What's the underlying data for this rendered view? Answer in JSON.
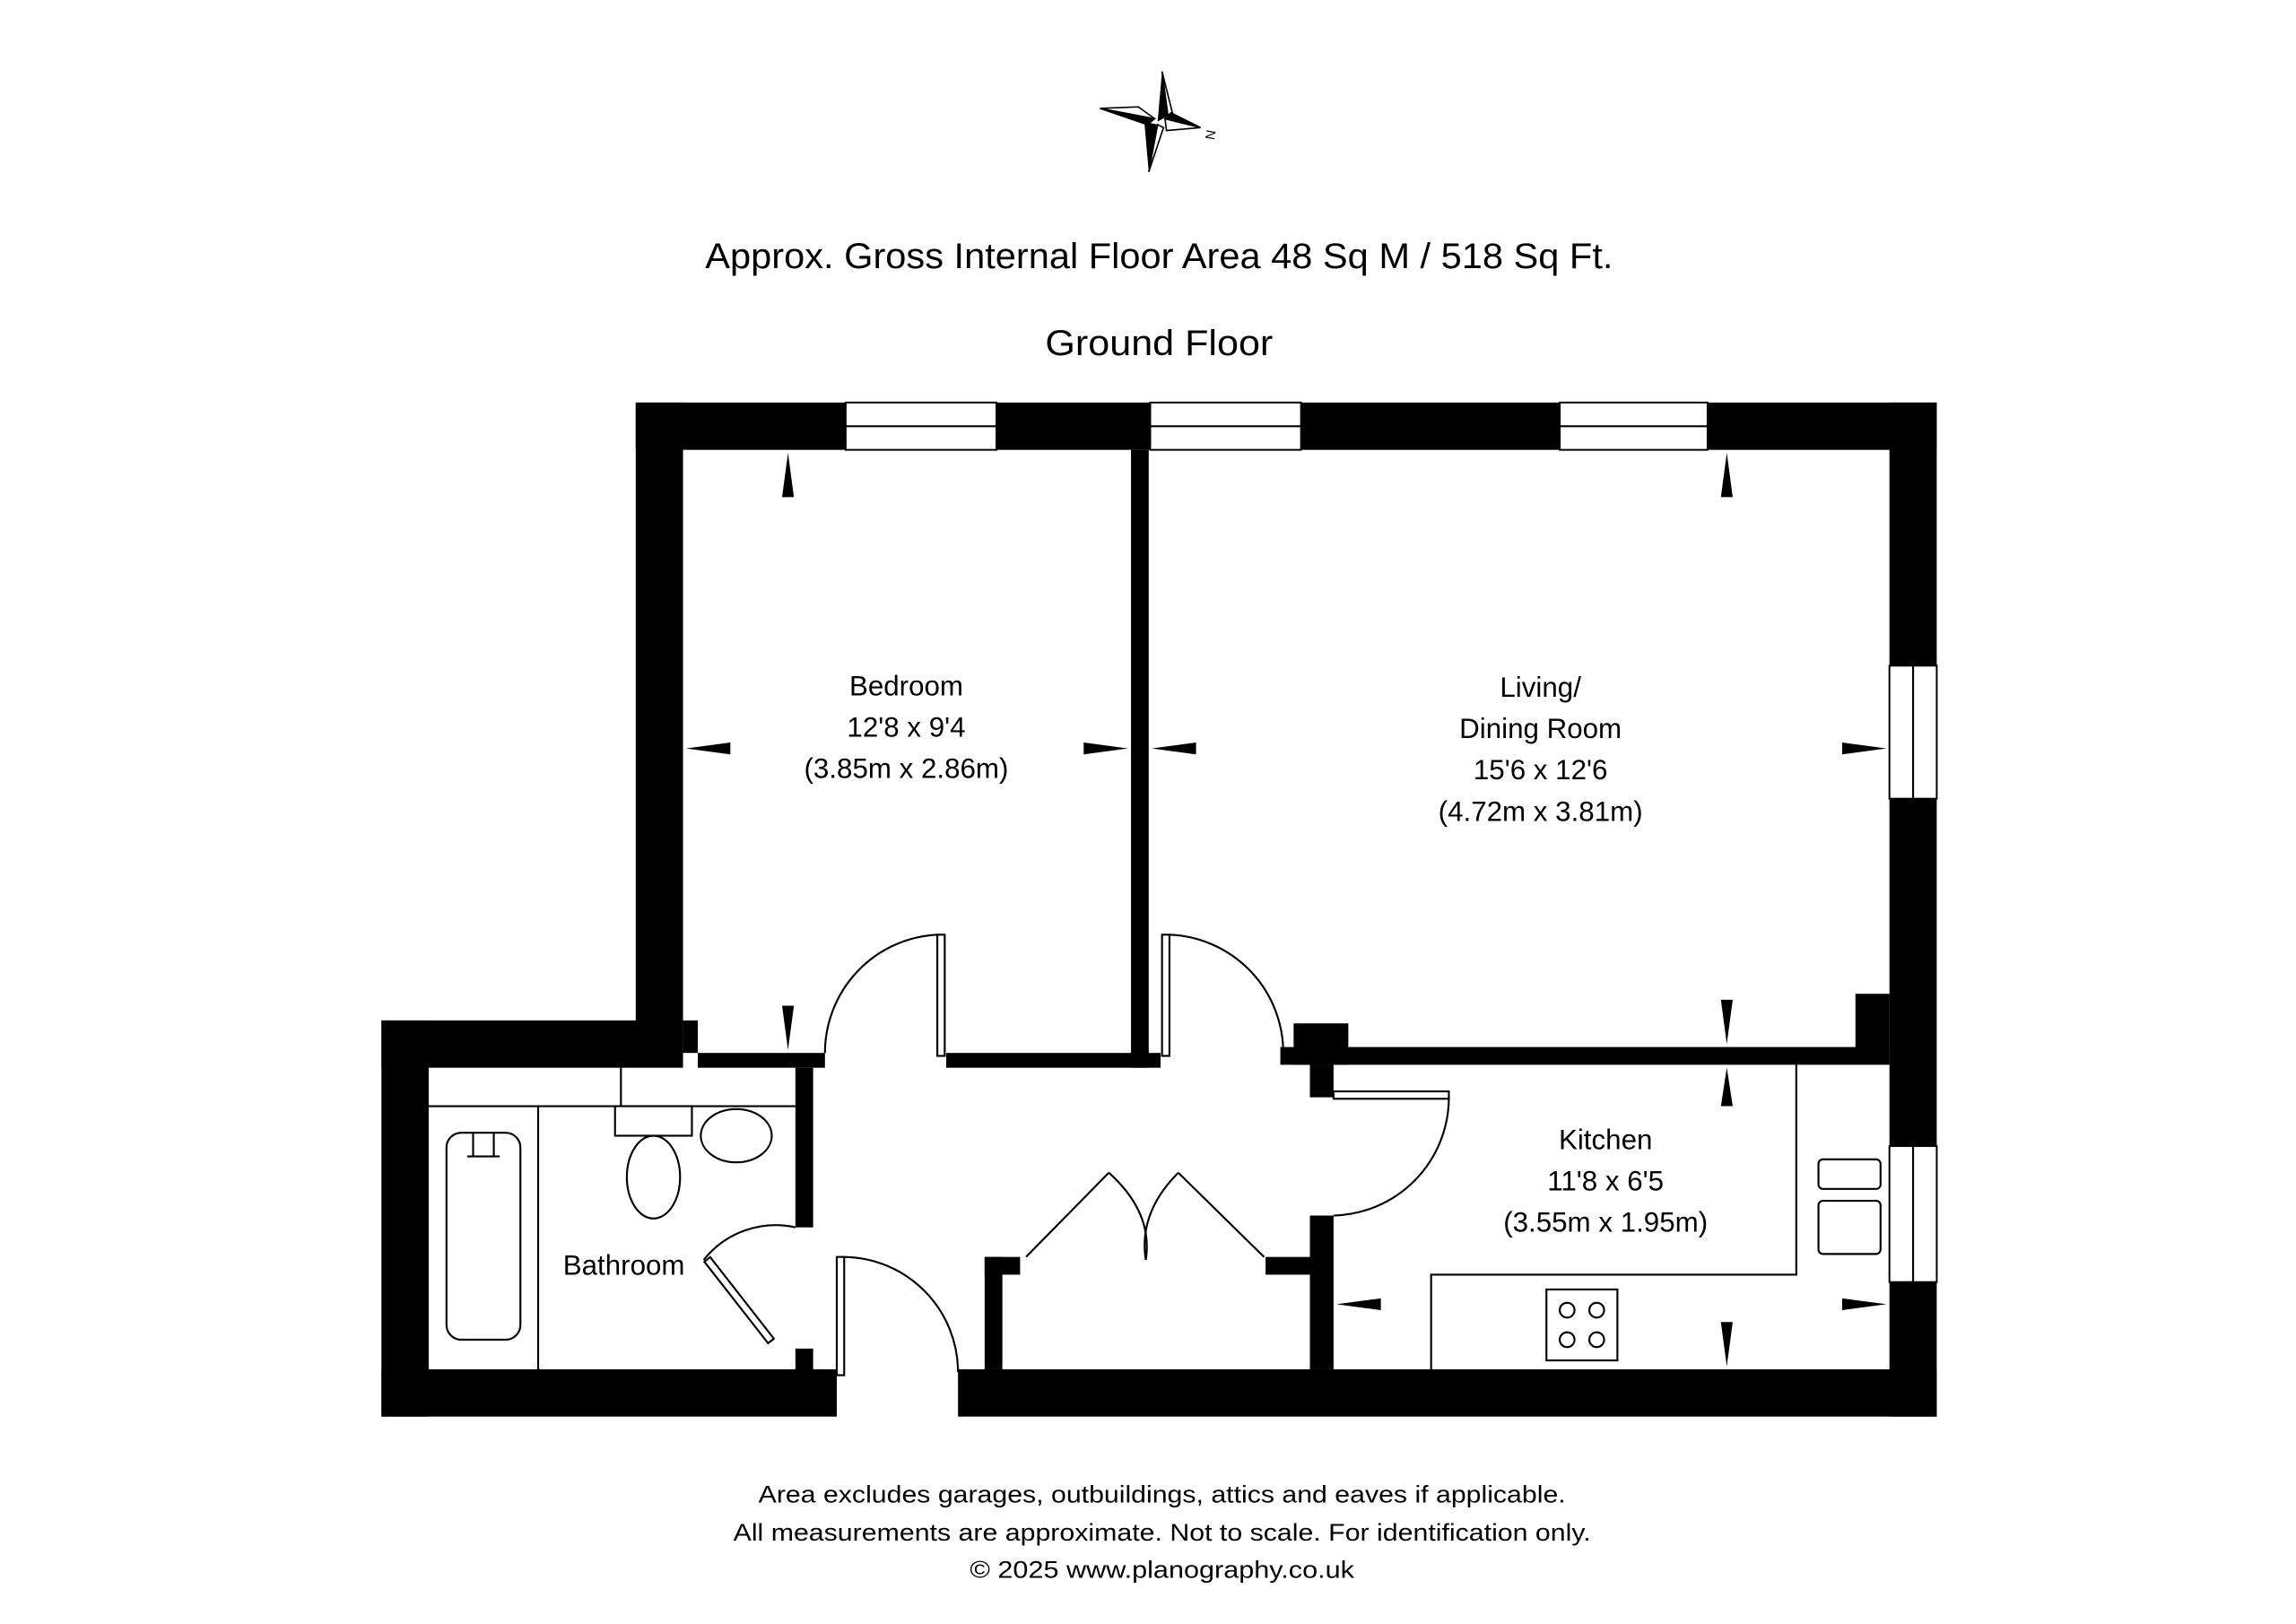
{
  "compass": {
    "label": "N"
  },
  "header": {
    "area": "Approx. Gross Internal Floor Area 48 Sq M / 518 Sq Ft.",
    "floor": "Ground Floor"
  },
  "rooms": {
    "bedroom": {
      "name": "Bedroom",
      "imperial": "12'8 x 9'4",
      "metric": "(3.85m x 2.86m)"
    },
    "living": {
      "name_line1": "Living/",
      "name_line2": "Dining Room",
      "imperial": "15'6 x 12'6",
      "metric": "(4.72m x 3.81m)"
    },
    "kitchen": {
      "name": "Kitchen",
      "imperial": "11'8 x 6'5",
      "metric": "(3.55m x 1.95m)"
    },
    "bathroom": {
      "name": "Bathroom"
    }
  },
  "footer": {
    "line1": "Area excludes garages, outbuildings, attics and eaves if applicable.",
    "line2": "All measurements are approximate. Not to scale. For identification only.",
    "line3": "© 2025 www.planography.co.uk"
  }
}
